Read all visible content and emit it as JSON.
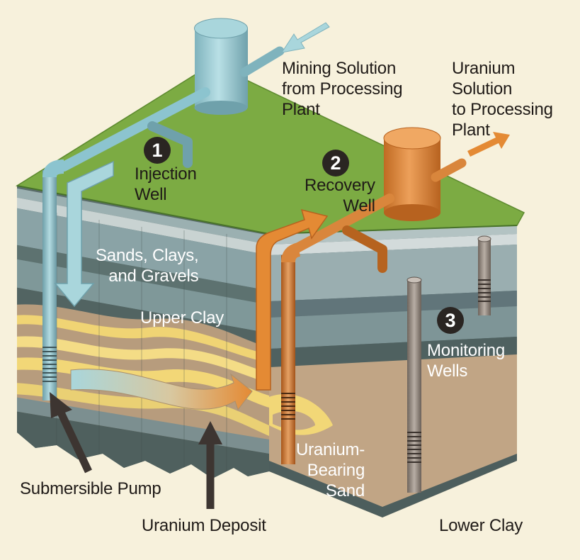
{
  "labels": {
    "mining_solution": "Mining Solution\nfrom Processing\nPlant",
    "uranium_solution": "Uranium\nSolution\nto Processing\nPlant",
    "injection_well": "Injection\nWell",
    "recovery_well": "Recovery\nWell",
    "sands_clays_gravels": "Sands, Clays,\nand Gravels",
    "upper_clay": "Upper Clay",
    "monitoring_wells": "Monitoring\nWells",
    "uranium_bearing_sand": "Uranium-\nBearing\nSand",
    "submersible_pump": "Submersible Pump",
    "uranium_deposit": "Uranium Deposit",
    "lower_clay": "Lower Clay"
  },
  "markers": {
    "one": "1",
    "two": "2",
    "three": "3"
  },
  "colors": {
    "background": "#f7f1dc",
    "ground_surface": "#7cab43",
    "injection_pipe": "#8cc4cf",
    "recovery_pipe": "#df8a38",
    "monitoring_pipe": "#9a8f86",
    "ore_sand": "#f2d777",
    "clay_dark": "#566866",
    "clay_light": "#9aaeb0",
    "sand_tan": "#bfa383",
    "arrow_dark": "#3d3531"
  }
}
